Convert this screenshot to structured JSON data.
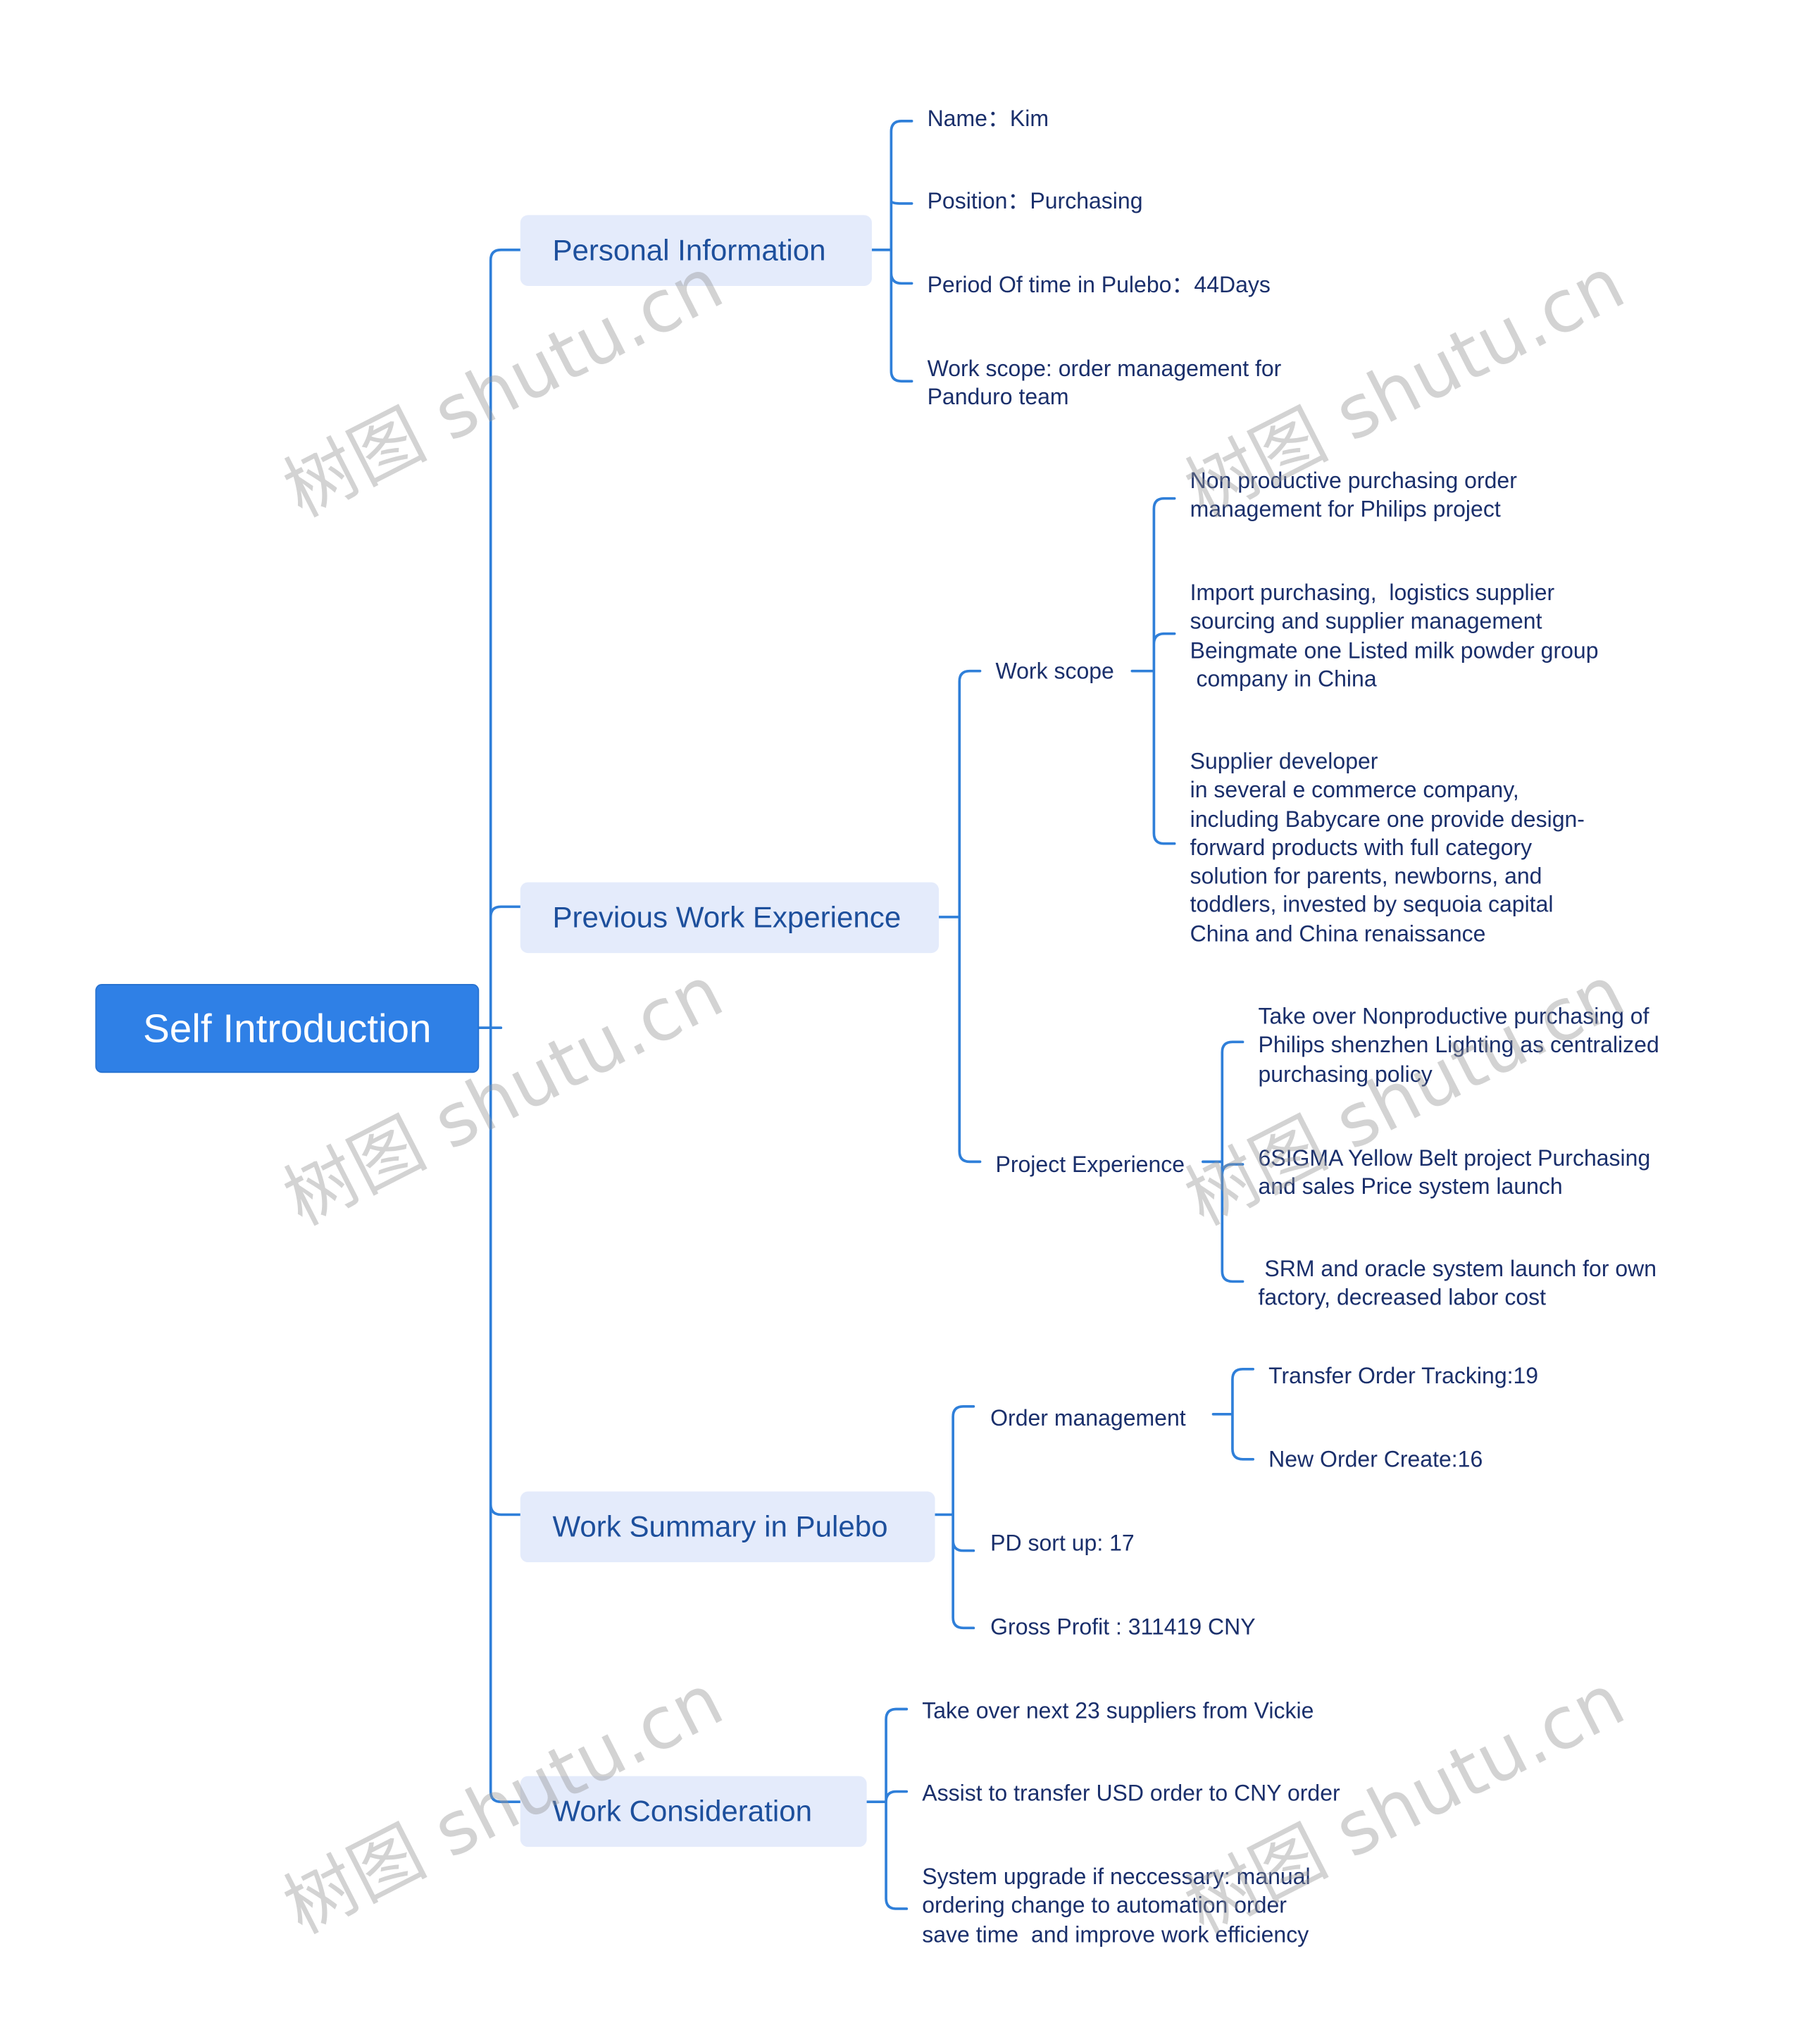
{
  "root": {
    "label": "Self Introduction"
  },
  "branches": [
    {
      "label": "Personal Information",
      "children": [
        {
          "label": "Name：Kim"
        },
        {
          "label": "Position：Purchasing"
        },
        {
          "label": "Period Of time in Pulebo：44Days"
        },
        {
          "label": "Work scope: order management for\nPanduro team"
        }
      ]
    },
    {
      "label": "Previous Work Experience",
      "children": [
        {
          "label": "Work scope",
          "children": [
            {
              "label": "Non productive purchasing order\nmanagement for Philips project"
            },
            {
              "label": "Import purchasing,  logistics supplier\nsourcing and supplier management\nBeingmate one Listed milk powder group\n company in China"
            },
            {
              "label": "Supplier developer\nin several e commerce company,\nincluding Babycare one provide design-\nforward products with full category\nsolution for parents, newborns, and\ntoddlers, invested by sequoia capital\nChina and China renaissance"
            }
          ]
        },
        {
          "label": "Project Experience",
          "children": [
            {
              "label": "Take over Nonproductive purchasing of\nPhilips shenzhen Lighting as centralized\npurchasing policy"
            },
            {
              "label": "6SIGMA Yellow Belt project Purchasing\nand sales Price system launch"
            },
            {
              "label": " SRM and oracle system launch for own\nfactory, decreased labor cost"
            }
          ]
        }
      ]
    },
    {
      "label": "Work Summary in Pulebo",
      "children": [
        {
          "label": "Order management",
          "children": [
            {
              "label": "Transfer Order Tracking:19"
            },
            {
              "label": "New Order Create:16"
            }
          ]
        },
        {
          "label": "PD sort up: 17"
        },
        {
          "label": "Gross Profit : 311419 CNY"
        }
      ]
    },
    {
      "label": "Work Consideration",
      "children": [
        {
          "label": "Take over next 23 suppliers from Vickie"
        },
        {
          "label": "Assist to transfer USD order to CNY order"
        },
        {
          "label": "System upgrade if neccessary: manual\nordering change to automation order\nsave time  and improve work efficiency"
        }
      ]
    }
  ],
  "watermark": "树图 shutu.cn",
  "colors": {
    "root_fill": "#2f80e6",
    "branch_fill": "#e4ebfb",
    "line": "#2f7fd9",
    "branch_text": "#1d4f9c",
    "leaf_text": "#1a2f6b"
  }
}
